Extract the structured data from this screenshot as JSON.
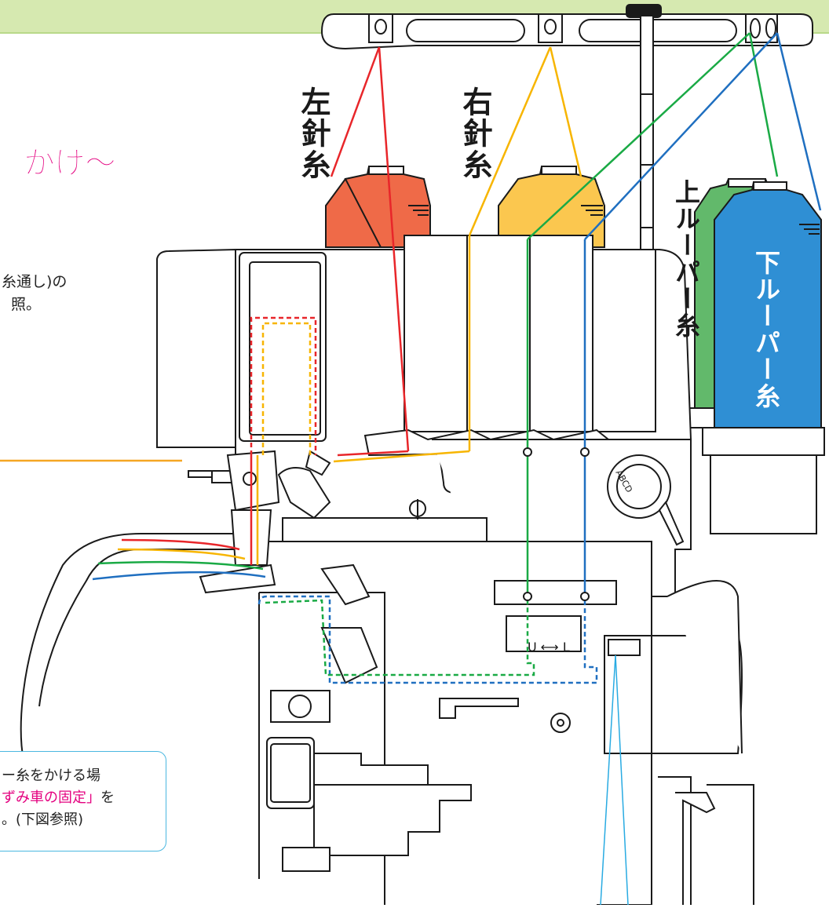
{
  "labels": {
    "left_needle_thread": "左針糸",
    "right_needle_thread": "右針糸",
    "upper_looper_thread": "上ルーパー糸",
    "lower_looper_thread": "下ルーパー糸"
  },
  "title_fragment": "かけ〜",
  "side_text": {
    "line1": "糸通し)の",
    "line2": "照。"
  },
  "note": {
    "line1": "ー糸をかける場",
    "line2_highlight": "ずみ車の固定」",
    "line2_tail": "を",
    "line3": "。(下図参照)"
  },
  "dial_letters": "ABCD",
  "slider_label": "U ⟷ L",
  "colors": {
    "left_needle": "#e8262a",
    "right_needle": "#f7b500",
    "upper_looper": "#1aaa45",
    "lower_looper": "#1f6fc0",
    "accent_pink": "#e4007f",
    "header_green": "#d6e9b0",
    "divider_orange": "#f5a623",
    "note_border": "#4bb8e0",
    "left_spool": "#ef6a48",
    "right_spool": "#fbc74f",
    "upper_spool": "#62b96b",
    "lower_spool": "#2f8fd4"
  }
}
